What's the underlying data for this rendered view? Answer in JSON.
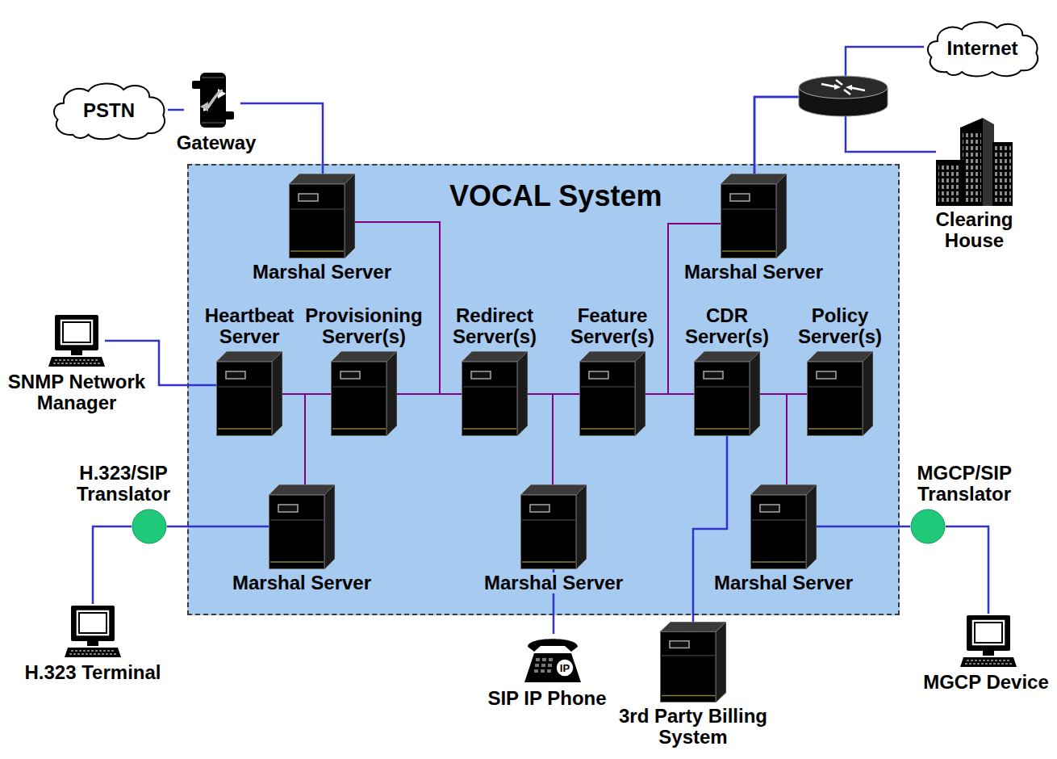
{
  "diagram": {
    "nodes": [
      {
        "text": [
          "PSTN"
        ]
      },
      {
        "text": [
          "Gateway"
        ]
      },
      {
        "text": [
          "Internet"
        ]
      },
      {
        "text": [
          "Clearing House"
        ]
      },
      {
        "text": [
          "VOCAL System"
        ]
      },
      {
        "text": [
          "Marshal Server"
        ],
        "in": 4
      },
      {
        "text": [
          "Marshal Server"
        ],
        "in": 4
      },
      {
        "text": [
          "Heartbeat Server"
        ],
        "in": 4
      },
      {
        "text": [
          "Provisioning Server(s)"
        ],
        "in": 4
      },
      {
        "text": [
          "Redirect Server(s)"
        ],
        "in": 4
      },
      {
        "text": [
          "Feature Server(s)"
        ],
        "in": 4
      },
      {
        "text": [
          "CDR Server(s)"
        ],
        "in": 4
      },
      {
        "text": [
          "Policy Server(s)"
        ],
        "in": 4
      },
      {
        "text": [
          "Marshal Server"
        ],
        "in": 4
      },
      {
        "text": [
          "Marshal Server"
        ],
        "in": 4
      },
      {
        "text": [
          "Marshal Server"
        ],
        "in": 4
      },
      {
        "text": [
          "SNMP Network Manager"
        ]
      },
      {
        "text": [
          "H.323/SIP Translator"
        ]
      },
      {
        "text": [
          "MGCP/SIP Translator"
        ]
      },
      {
        "text": [
          "H.323 Terminal"
        ]
      },
      {
        "text": [
          "SIP IP Phone"
        ]
      },
      {
        "text": [
          "3rd Party Billing System"
        ]
      },
      {
        "text": [
          "MGCP Device"
        ]
      }
    ],
    "edges": [
      {
        "from": 0,
        "to": 1,
        "arrow": "none"
      },
      {
        "from": 1,
        "to": 5,
        "arrow": "none"
      },
      {
        "from": 6,
        "to": 2,
        "arrow": "none"
      },
      {
        "from": 6,
        "to": 3,
        "arrow": "none"
      },
      {
        "from": 16,
        "to": 7,
        "arrow": "none"
      },
      {
        "from": 7,
        "to": 8,
        "arrow": "none"
      },
      {
        "from": 8,
        "to": 9,
        "arrow": "none"
      },
      {
        "from": 9,
        "to": 10,
        "arrow": "none"
      },
      {
        "from": 10,
        "to": 11,
        "arrow": "none"
      },
      {
        "from": 11,
        "to": 12,
        "arrow": "none"
      },
      {
        "from": 5,
        "to": 9,
        "arrow": "none"
      },
      {
        "from": 6,
        "to": 11,
        "arrow": "none"
      },
      {
        "from": 13,
        "to": 8,
        "arrow": "none"
      },
      {
        "from": 14,
        "to": 10,
        "arrow": "none"
      },
      {
        "from": 15,
        "to": 12,
        "arrow": "none"
      },
      {
        "from": 19,
        "to": 17,
        "arrow": "none"
      },
      {
        "from": 17,
        "to": 13,
        "arrow": "none"
      },
      {
        "from": 14,
        "to": 20,
        "arrow": "none"
      },
      {
        "from": 11,
        "to": 21,
        "arrow": "none"
      },
      {
        "from": 15,
        "to": 18,
        "arrow": "none"
      },
      {
        "from": 18,
        "to": 22,
        "arrow": "none"
      }
    ],
    "labels": [
      "IP"
    ]
  }
}
